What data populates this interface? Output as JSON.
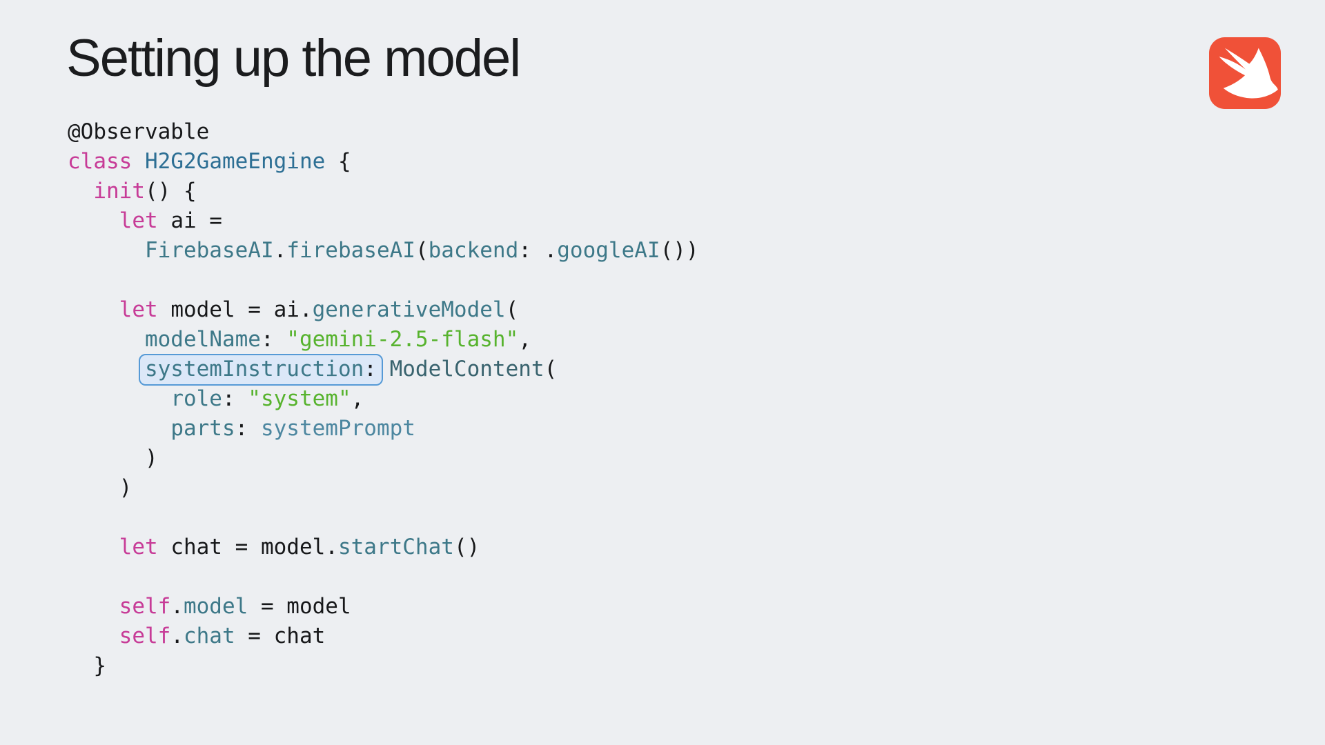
{
  "title": "Setting up the model",
  "colors": {
    "background": "#EDEFF2",
    "title_text": "#1B1C1E",
    "code_plain": "#17181A",
    "code_keyword": "#C73B97",
    "code_type": "#2D6F94",
    "code_member": "#3D7888",
    "code_member_dark": "#39636E",
    "code_member_light": "#4D87A0",
    "code_string": "#57B32E",
    "highlight_fill": "#DCE8F8",
    "highlight_border": "#569AD6",
    "logo_orange": "#F05138",
    "logo_bird": "#FFFFFF"
  },
  "code": {
    "lines": [
      [
        {
          "t": "@Observable",
          "c": "p"
        }
      ],
      [
        {
          "t": "class",
          "c": "k"
        },
        {
          "t": " ",
          "c": "p"
        },
        {
          "t": "H2G2GameEngine",
          "c": "t"
        },
        {
          "t": " {",
          "c": "p"
        }
      ],
      [
        {
          "t": "  ",
          "c": "p"
        },
        {
          "t": "init",
          "c": "k"
        },
        {
          "t": "() {",
          "c": "p"
        }
      ],
      [
        {
          "t": "    ",
          "c": "p"
        },
        {
          "t": "let",
          "c": "k"
        },
        {
          "t": " ai =",
          "c": "p"
        }
      ],
      [
        {
          "t": "      ",
          "c": "p"
        },
        {
          "t": "FirebaseAI",
          "c": "m"
        },
        {
          "t": ".",
          "c": "p"
        },
        {
          "t": "firebaseAI",
          "c": "m"
        },
        {
          "t": "(",
          "c": "p"
        },
        {
          "t": "backend",
          "c": "m"
        },
        {
          "t": ": .",
          "c": "p"
        },
        {
          "t": "googleAI",
          "c": "m"
        },
        {
          "t": "())",
          "c": "p"
        }
      ],
      [],
      [
        {
          "t": "    ",
          "c": "p"
        },
        {
          "t": "let",
          "c": "k"
        },
        {
          "t": " model = ai.",
          "c": "p"
        },
        {
          "t": "generativeModel",
          "c": "m"
        },
        {
          "t": "(",
          "c": "p"
        }
      ],
      [
        {
          "t": "      ",
          "c": "p"
        },
        {
          "t": "modelName",
          "c": "m"
        },
        {
          "t": ": ",
          "c": "p"
        },
        {
          "t": "\"gemini-2.5-flash\"",
          "c": "s"
        },
        {
          "t": ",",
          "c": "p"
        }
      ],
      [
        {
          "t": "      ",
          "c": "p"
        },
        {
          "hl": true,
          "parts": [
            {
              "t": "systemInstruction",
              "c": "m"
            },
            {
              "t": ":",
              "c": "p"
            }
          ]
        },
        {
          "t": " ",
          "c": "p"
        },
        {
          "t": "ModelContent",
          "c": "d"
        },
        {
          "t": "(",
          "c": "p"
        }
      ],
      [
        {
          "t": "        ",
          "c": "p"
        },
        {
          "t": "role",
          "c": "m"
        },
        {
          "t": ": ",
          "c": "p"
        },
        {
          "t": "\"system\"",
          "c": "s"
        },
        {
          "t": ",",
          "c": "p"
        }
      ],
      [
        {
          "t": "        ",
          "c": "p"
        },
        {
          "t": "parts",
          "c": "m"
        },
        {
          "t": ": ",
          "c": "p"
        },
        {
          "t": "systemPrompt",
          "c": "v"
        }
      ],
      [
        {
          "t": "      )",
          "c": "p"
        }
      ],
      [
        {
          "t": "    )",
          "c": "p"
        }
      ],
      [],
      [
        {
          "t": "    ",
          "c": "p"
        },
        {
          "t": "let",
          "c": "k"
        },
        {
          "t": " chat = model.",
          "c": "p"
        },
        {
          "t": "startChat",
          "c": "m"
        },
        {
          "t": "()",
          "c": "p"
        }
      ],
      [],
      [
        {
          "t": "    ",
          "c": "p"
        },
        {
          "t": "self",
          "c": "k"
        },
        {
          "t": ".",
          "c": "p"
        },
        {
          "t": "model",
          "c": "m"
        },
        {
          "t": " = model",
          "c": "p"
        }
      ],
      [
        {
          "t": "    ",
          "c": "p"
        },
        {
          "t": "self",
          "c": "k"
        },
        {
          "t": ".",
          "c": "p"
        },
        {
          "t": "chat",
          "c": "m"
        },
        {
          "t": " = chat",
          "c": "p"
        }
      ],
      [
        {
          "t": "  }",
          "c": "p"
        }
      ]
    ]
  }
}
